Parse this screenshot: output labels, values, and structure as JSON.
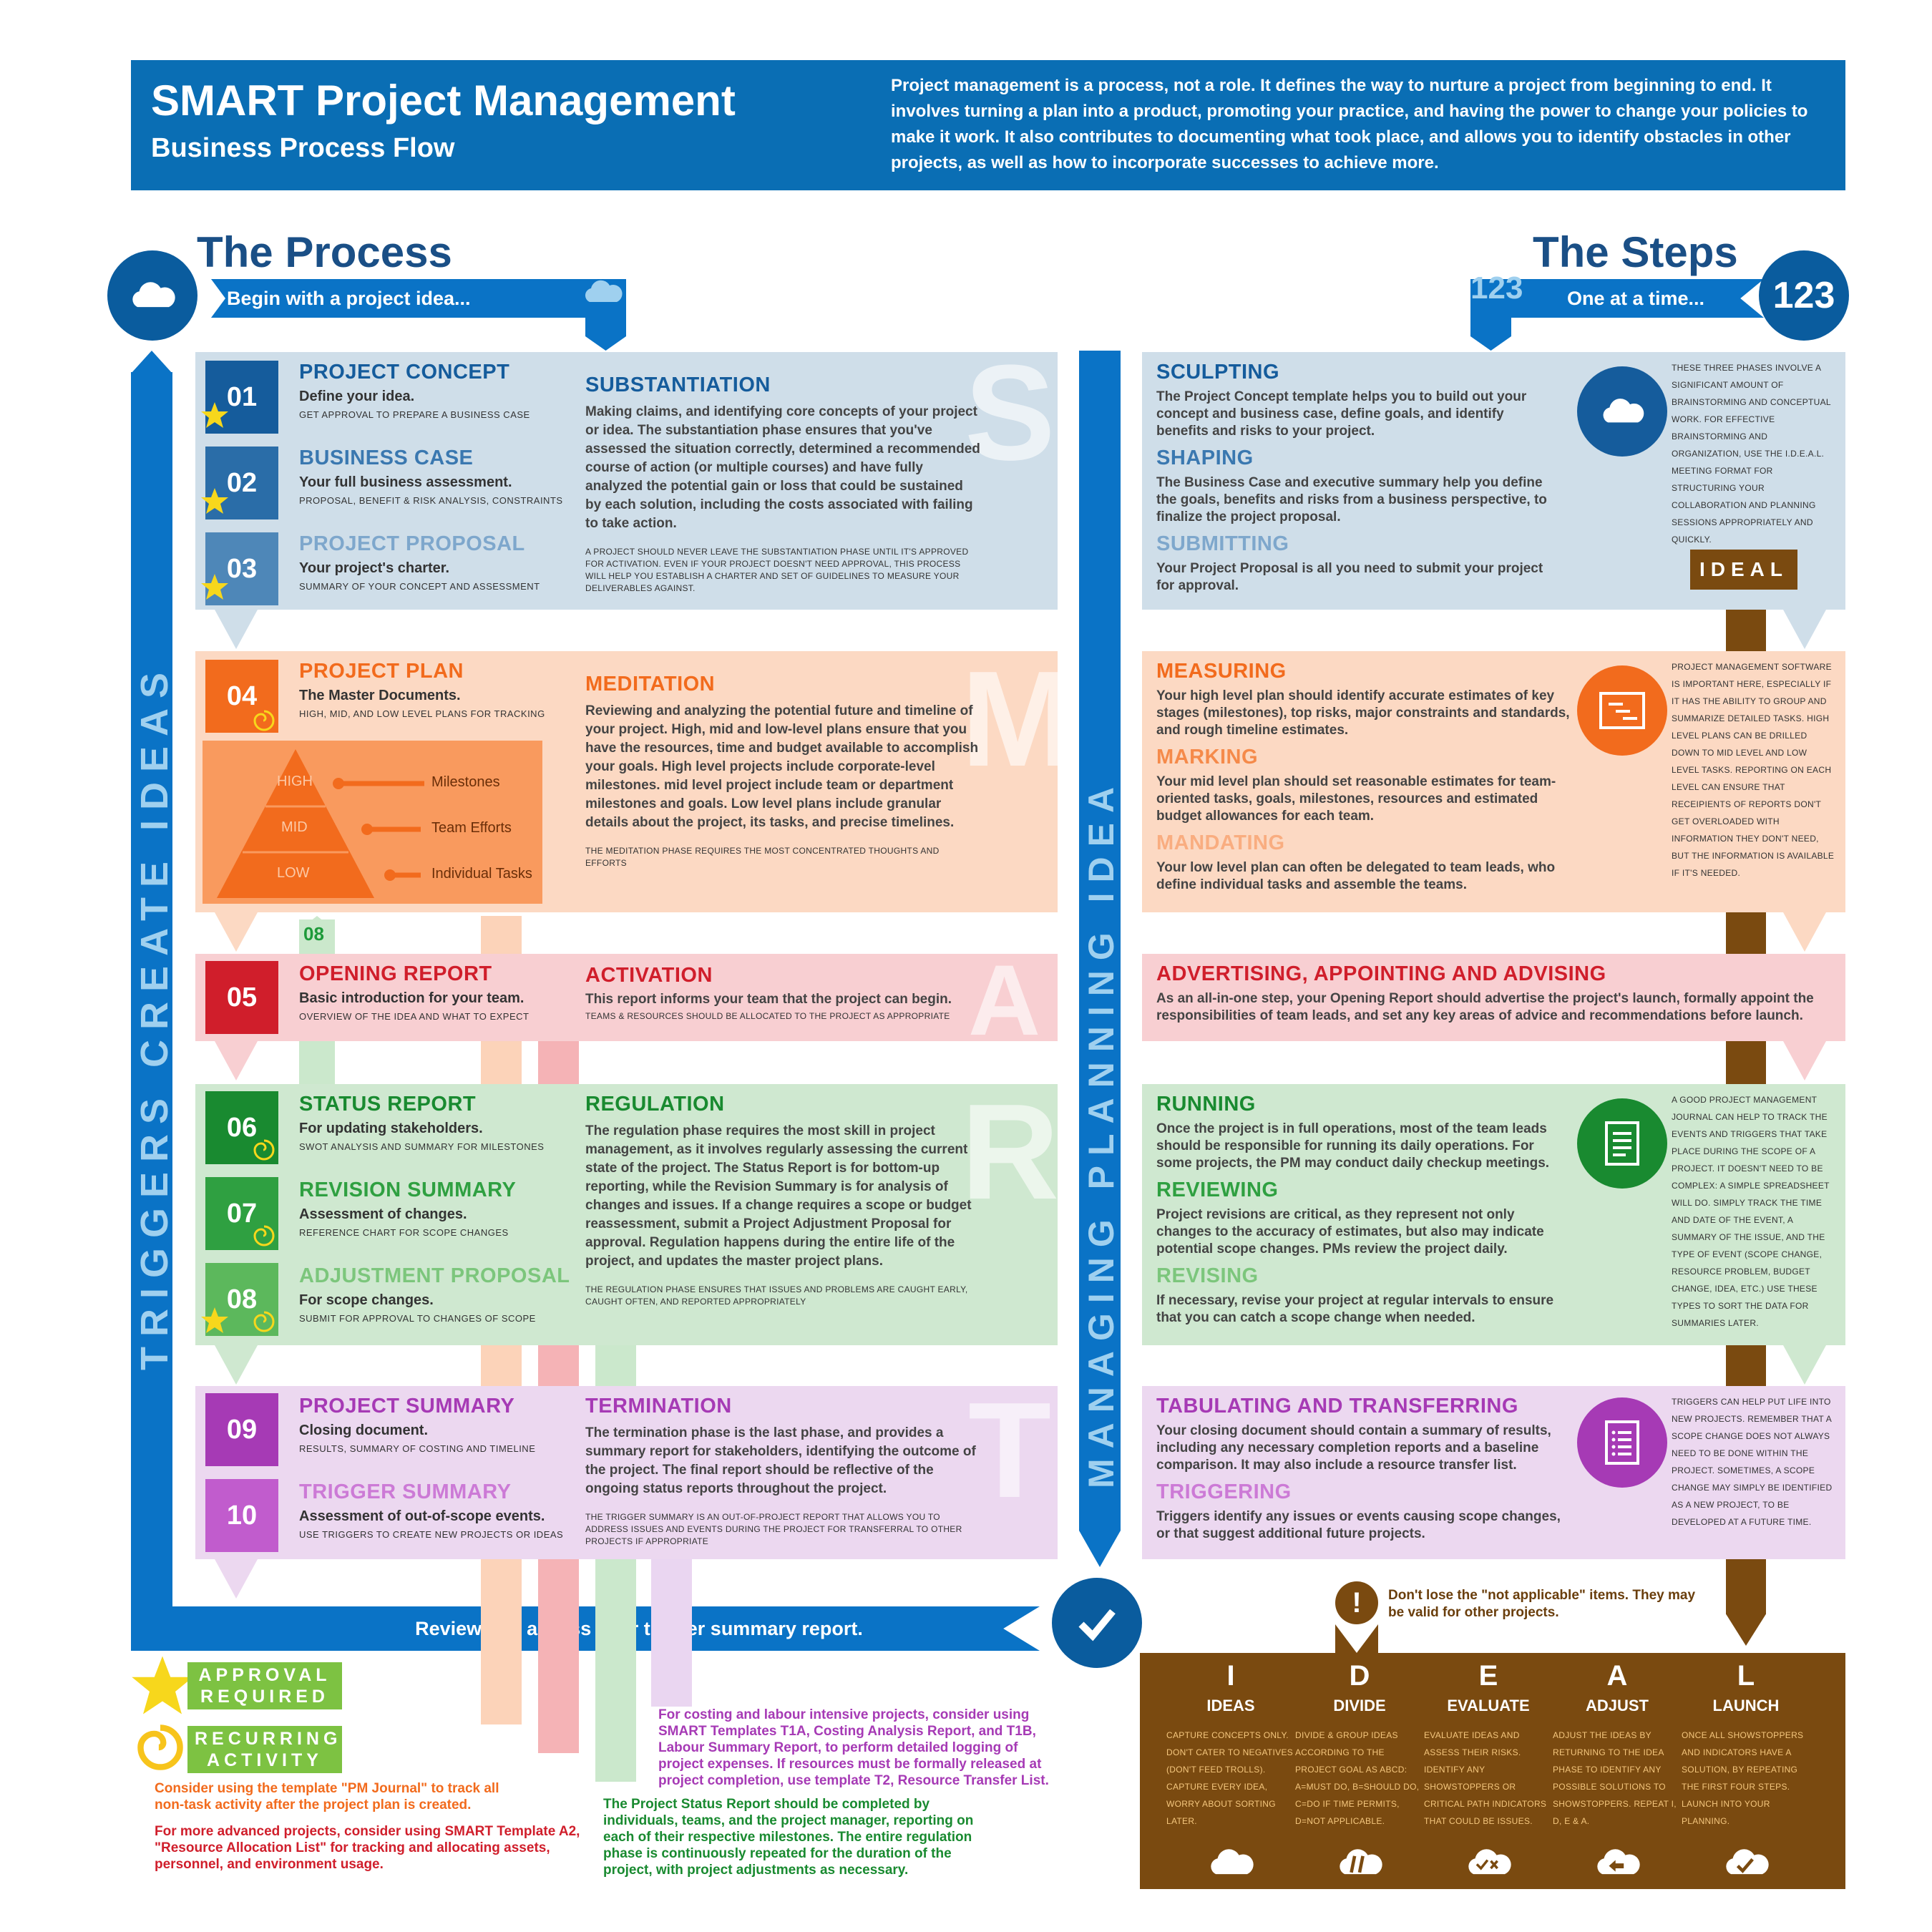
{
  "header": {
    "title": "SMART Project Management",
    "subtitle": "Business Process Flow",
    "intro": "Project management is a process, not a role. It defines the way to nurture a project from beginning to end. It involves turning a plan into a product, promoting your practice, and having the power to change your policies to make it work. It also contributes to documenting what took place, and allows you to identify obstacles in other projects, as well as how to incorporate successes to achieve more."
  },
  "process": {
    "heading": "The Process",
    "ribbon": "Begin with a project idea...",
    "vertical": "TRIGGERS CREATE IDEAS",
    "bottom_ribbon": "Review and assess your trigger summary report."
  },
  "steps": {
    "heading": "The Steps",
    "ribbon": "One at a time...",
    "badge": "123",
    "vertical": "MANAGING  PLANNING  IDEA"
  },
  "watermarks": {
    "s": "S",
    "m": "M",
    "a": "A",
    "r": "R",
    "t": "T"
  },
  "left": {
    "s01": {
      "num": "01",
      "title": "PROJECT CONCEPT",
      "sub": "Define your idea.",
      "small": "GET APPROVAL TO PREPARE A BUSINESS CASE"
    },
    "s02": {
      "num": "02",
      "title": "BUSINESS CASE",
      "sub": "Your full business assessment.",
      "small": "PROPOSAL, BENEFIT & RISK ANALYSIS, CONSTRAINTS"
    },
    "s03": {
      "num": "03",
      "title": "PROJECT PROPOSAL",
      "sub": "Your project's charter.",
      "small": "SUMMARY OF YOUR CONCEPT AND ASSESSMENT"
    },
    "s04": {
      "num": "04",
      "title": "PROJECT PLAN",
      "sub": "The Master Documents.",
      "small": "HIGH, MID, AND LOW LEVEL PLANS FOR TRACKING"
    },
    "s05": {
      "num": "05",
      "title": "OPENING REPORT",
      "sub": "Basic introduction for your team.",
      "small": "OVERVIEW OF THE IDEA AND WHAT TO EXPECT"
    },
    "s06": {
      "num": "06",
      "title": "STATUS REPORT",
      "sub": "For updating stakeholders.",
      "small": "SWOT ANALYSIS AND SUMMARY FOR MILESTONES"
    },
    "s07": {
      "num": "07",
      "title": "REVISION SUMMARY",
      "sub": "Assessment of changes.",
      "small": "REFERENCE CHART FOR SCOPE CHANGES"
    },
    "s08": {
      "num": "08",
      "title": "ADJUSTMENT PROPOSAL",
      "sub": "For scope changes.",
      "small": "SUBMIT FOR APPROVAL TO CHANGES OF SCOPE"
    },
    "s09": {
      "num": "09",
      "title": "PROJECT SUMMARY",
      "sub": "Closing document.",
      "small": "RESULTS, SUMMARY OF COSTING AND TIMELINE"
    },
    "s10": {
      "num": "10",
      "title": "TRIGGER SUMMARY",
      "sub": "Assessment of out-of-scope events.",
      "small": "USE TRIGGERS TO CREATE NEW PROJECTS OR IDEAS"
    },
    "loop_label": "08",
    "pyramid": {
      "high": "HIGH",
      "mid": "MID",
      "low": "LOW",
      "milestones": "Milestones",
      "team": "Team Efforts",
      "tasks": "Individual Tasks"
    }
  },
  "phases": {
    "substantiation": {
      "title": "SUBSTANTIATION",
      "text": "Making claims, and identifying core concepts of your project or idea. The substantiation phase ensures that you've assessed the situation correctly, determined a recommended course of action (or multiple courses) and have fully analyzed the potential gain or loss that could be sustained by each solution, including the costs associated with failing to take action.",
      "note": "A PROJECT SHOULD NEVER LEAVE THE SUBSTANTIATION PHASE UNTIL IT'S APPROVED FOR ACTIVATION. EVEN IF YOUR PROJECT DOESN'T NEED APPROVAL, THIS PROCESS WILL HELP YOU ESTABLISH A CHARTER AND SET OF GUIDELINES TO MEASURE YOUR DELIVERABLES AGAINST."
    },
    "meditation": {
      "title": "MEDITATION",
      "text": "Reviewing and analyzing the potential future and timeline of your project. High, mid and low-level plans ensure that you have the resources, time and budget available to accomplish your goals. High level projects include corporate-level milestones. mid level project include team or department milestones and goals. Low level plans include granular details about the project, its tasks, and precise timelines.",
      "note": "THE MEDITATION PHASE REQUIRES THE MOST CONCENTRATED THOUGHTS AND EFFORTS"
    },
    "activation": {
      "title": "ACTIVATION",
      "text": "This report informs your team that the project can begin.",
      "note": "TEAMS & RESOURCES SHOULD BE ALLOCATED TO THE PROJECT AS APPROPRIATE"
    },
    "regulation": {
      "title": "REGULATION",
      "text": "The regulation phase requires the most skill in project management, as it involves regularly assessing the current state of the project. The Status Report is for bottom-up reporting, while the Revision Summary is for analysis of changes and issues. If a change requires a scope or budget reassessment, submit a Project Adjustment Proposal for approval. Regulation happens during the entire life of the project, and updates the master project plans.",
      "note": "THE REGULATION PHASE ENSURES THAT ISSUES AND PROBLEMS ARE CAUGHT EARLY, CAUGHT OFTEN, AND REPORTED APPROPRIATELY"
    },
    "termination": {
      "title": "TERMINATION",
      "text": "The termination phase is the last phase, and provides a summary report for stakeholders, identifying the outcome of the project. The final report should be reflective of the ongoing status reports throughout the project.",
      "note": "THE TRIGGER SUMMARY IS AN OUT-OF-PROJECT REPORT THAT ALLOWS YOU TO ADDRESS ISSUES AND EVENTS DURING THE PROJECT FOR TRANSFERRAL TO OTHER PROJECTS IF APPROPRIATE"
    }
  },
  "right": {
    "sculpting": {
      "title": "SCULPTING",
      "text": "The Project Concept template helps you to build out your concept and business case, define goals, and identify benefits and risks to your project."
    },
    "shaping": {
      "title": "SHAPING",
      "text": "The Business Case and executive summary help you define the goals, benefits and risks from a business perspective, to finalize the project proposal."
    },
    "submitting": {
      "title": "SUBMITTING",
      "text": "Your Project Proposal is all you need to submit your project for approval."
    },
    "measuring": {
      "title": "MEASURING",
      "text": "Your high level plan should identify accurate estimates of key stages (milestones), top risks, major constraints and standards, and rough timeline estimates."
    },
    "marking": {
      "title": "MARKING",
      "text": "Your mid level plan should set reasonable estimates for team-oriented tasks, goals, milestones, resources and estimated budget allowances for each team."
    },
    "mandating": {
      "title": "MANDATING",
      "text": "Your low level plan can often be delegated to team leads, who define individual tasks and assemble the teams."
    },
    "advertising": {
      "title": "ADVERTISING, APPOINTING AND ADVISING",
      "text": "As an all-in-one step, your Opening Report should advertise the project's launch, formally appoint the responsibilities of team leads, and set any key areas of advice and recommendations before launch."
    },
    "running": {
      "title": "RUNNING",
      "text": "Once the project is in full operations, most of the team leads should be responsible for running its daily operations. For some projects, the PM may conduct daily checkup meetings."
    },
    "reviewing": {
      "title": "REVIEWING",
      "text": "Project revisions are critical, as they represent not only changes to the accuracy of estimates, but also may indicate potential scope changes. PMs review the project daily."
    },
    "revising": {
      "title": "REVISING",
      "text": "If necessary, revise your project at regular intervals to ensure that you can catch a scope change when needed."
    },
    "tabulating": {
      "title": "TABULATING AND TRANSFERRING",
      "text": "Your closing document should contain a summary of results, including any necessary completion reports and a baseline comparison. It may also include a resource transfer list."
    },
    "triggering": {
      "title": "TRIGGERING",
      "text": "Triggers identify any issues or events causing scope changes, or that suggest additional future projects."
    },
    "side1": "THESE THREE PHASES INVOLVE A SIGNIFICANT AMOUNT OF BRAINSTORMING AND CONCEPTUAL WORK. FOR EFFECTIVE BRAINSTORMING AND ORGANIZATION, USE THE I.D.E.A.L. MEETING FORMAT FOR STRUCTURING YOUR COLLABORATION AND PLANNING SESSIONS APPROPRIATELY AND QUICKLY.",
    "side2": "PROJECT MANAGEMENT SOFTWARE IS IMPORTANT HERE, ESPECIALLY IF IT HAS THE ABILITY TO GROUP AND SUMMARIZE DETAILED TASKS. HIGH LEVEL PLANS CAN BE DRILLED DOWN TO MID LEVEL AND LOW LEVEL TASKS. REPORTING ON EACH LEVEL CAN ENSURE THAT RECEIPIENTS OF REPORTS DON'T GET OVERLOADED WITH INFORMATION THEY DON'T NEED, BUT THE INFORMATION IS AVAILABLE IF IT'S NEEDED.",
    "side3": "A GOOD PROJECT MANAGEMENT JOURNAL CAN HELP TO TRACK THE EVENTS AND TRIGGERS THAT TAKE PLACE DURING THE SCOPE OF A PROJECT. IT DOESN'T NEED TO BE COMPLEX: A SIMPLE SPREADSHEET WILL DO. SIMPLY TRACK THE TIME AND DATE OF THE EVENT, A SUMMARY OF THE ISSUE, AND THE TYPE OF EVENT (SCOPE CHANGE, RESOURCE PROBLEM, BUDGET CHANGE, IDEA, ETC.) USE THESE TYPES TO SORT THE DATA FOR SUMMARIES LATER.",
    "side4": "TRIGGERS CAN HELP PUT LIFE INTO NEW PROJECTS. REMEMBER THAT A SCOPE CHANGE DOES NOT ALWAYS NEED TO BE DONE WITHIN THE PROJECT. SOMETIMES, A SCOPE CHANGE MAY SIMPLY BE IDENTIFIED AS A NEW PROJECT, TO BE DEVELOPED AT A FUTURE TIME."
  },
  "ideal": {
    "tag": "IDEAL",
    "warning": "Don't lose the \"not applicable\" items. They may be valid for other projects.",
    "cols": [
      {
        "letter": "I",
        "word": "IDEAS",
        "desc": "CAPTURE CONCEPTS ONLY. DON'T CATER TO NEGATIVES (DON'T FEED TROLLS). CAPTURE EVERY IDEA, WORRY ABOUT SORTING LATER."
      },
      {
        "letter": "D",
        "word": "DIVIDE",
        "desc": "DIVIDE & GROUP IDEAS ACCORDING TO THE PROJECT GOAL AS ABCD: A=MUST DO, B=SHOULD DO, C=DO IF TIME PERMITS, D=NOT APPLICABLE."
      },
      {
        "letter": "E",
        "word": "EVALUATE",
        "desc": "EVALUATE IDEAS AND ASSESS THEIR RISKS. IDENTIFY ANY SHOWSTOPPERS OR CRITICAL PATH INDICATORS THAT COULD BE ISSUES."
      },
      {
        "letter": "A",
        "word": "ADJUST",
        "desc": "ADJUST THE IDEAS BY RETURNING TO THE IDEA PHASE TO IDENTIFY ANY POSSIBLE SOLUTIONS TO SHOWSTOPPERS. REPEAT I, D, E & A."
      },
      {
        "letter": "L",
        "word": "LAUNCH",
        "desc": "ONCE ALL SHOWSTOPPERS AND INDICATORS HAVE A SOLUTION, BY REPEATING THE FIRST FOUR STEPS. LAUNCH INTO YOUR PLANNING."
      }
    ]
  },
  "legend": {
    "approval": "APPROVAL REQUIRED",
    "recurring": "RECURRING ACTIVITY"
  },
  "notes": {
    "orange": "Consider using the template \"PM Journal\" to track all non-task activity after the project plan is created.",
    "red": "For more advanced projects, consider using SMART Template A2, \"Resource Allocation List\" for tracking and allocating assets, personnel, and environment usage.",
    "purple": "For costing and labour intensive projects, consider using SMART Templates T1A, Costing Analysis Report, and T1B, Labour Summary Report, to perform detailed logging of project expenses. If resources must be formally released at project completion, use template T2, Resource Transfer List.",
    "green": "The Project Status Report should be completed by individuals, teams, and the project manager, reporting on each of their respective milestones. The entire regulation phase is continuously repeated for the duration of the project, with project adjustments as necessary."
  },
  "colors": {
    "blue": "#0a6eb4",
    "orange": "#f26b1d",
    "red": "#d01e2b",
    "green": "#1e9a3a",
    "purple": "#a63ab5",
    "brown": "#7a4a10"
  }
}
